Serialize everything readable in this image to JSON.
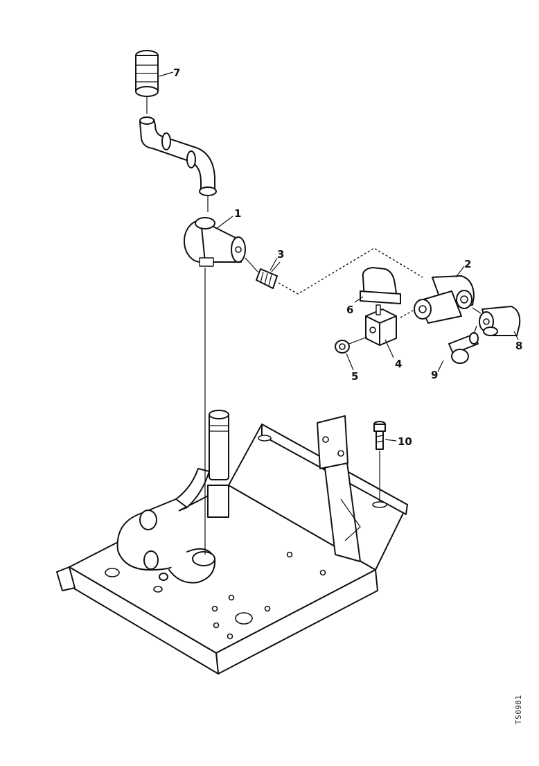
{
  "callouts": {
    "p1": "1",
    "p2": "2",
    "p3": "3",
    "p4": "4",
    "p5": "5",
    "p6": "6",
    "p7": "7",
    "p8": "8",
    "p9": "9",
    "p10": "10"
  },
  "figure_id": "TS0981"
}
